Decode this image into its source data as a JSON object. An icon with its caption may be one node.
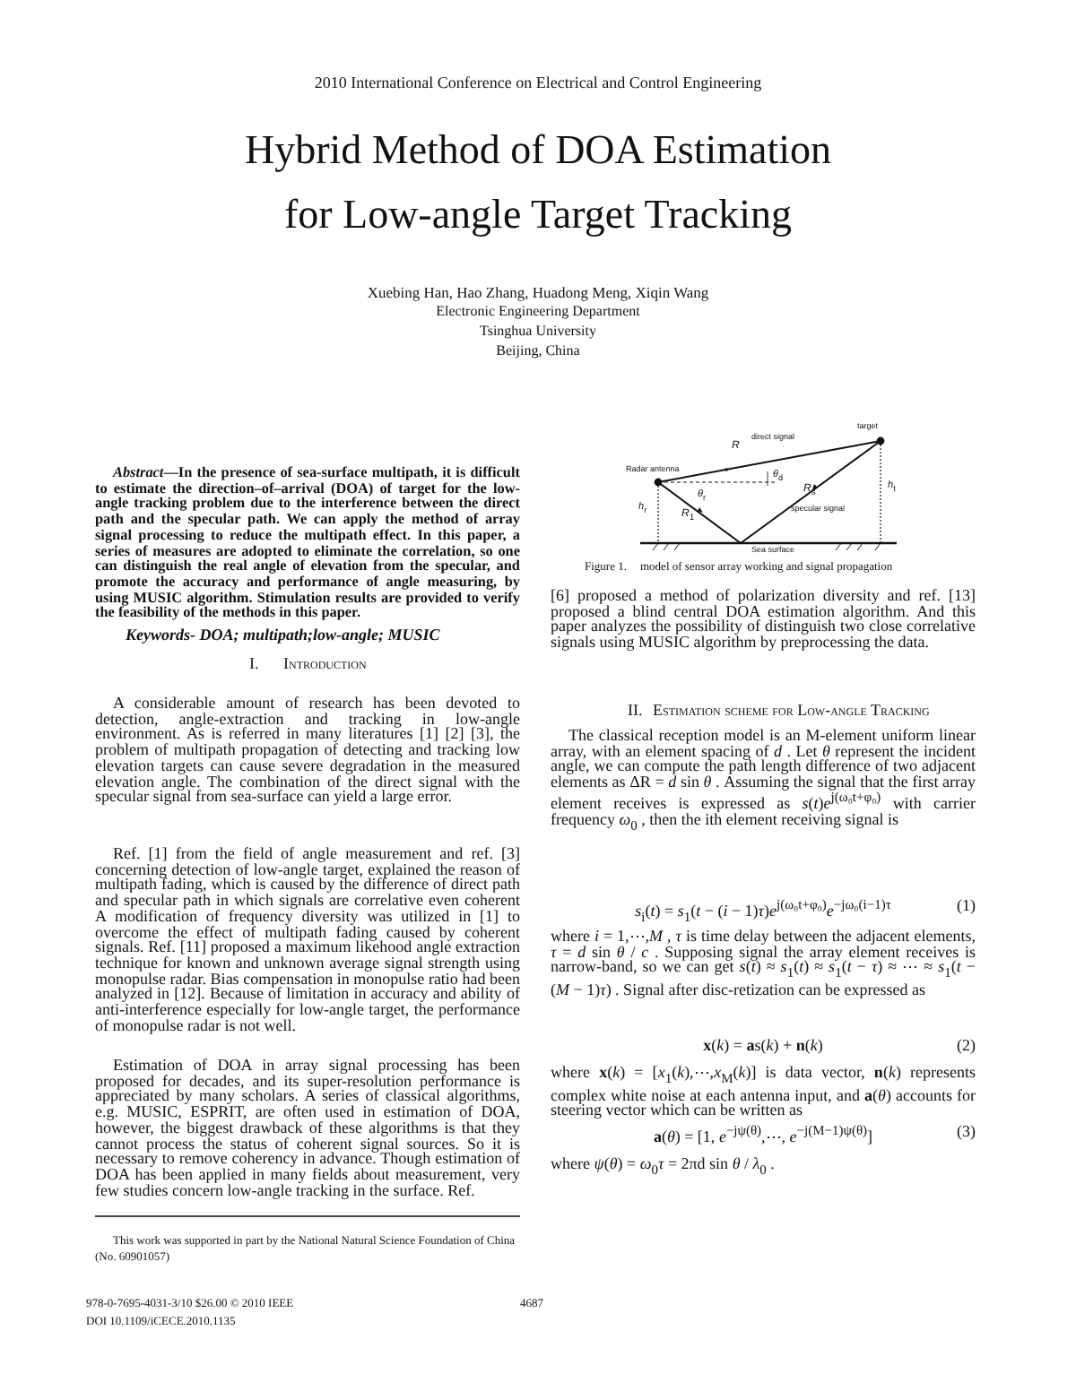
{
  "diagram": {
    "title": "Hybrid Method of DOA Estimation for Low-angle Target Tracking",
    "labels": [
      "2010 International Conference on Electrical and Control Engineering",
      "Xuebing Han, Hao Zhang, Huadong Meng, Xiqin Wang",
      "Electronic Engineering Department",
      "Tsinghua University",
      "Beijing, China",
      "*Abstract*—In the presence of sea-surface multipath, it is difficult to estimate the direction–of–arrival (DOA) of target for the low-angle tracking problem due to the interference between the direct path and the specular path. We can apply the method of array signal processing to reduce the multipath effect. In this paper, a series of measures are adopted to eliminate the correlation, so one can distinguish the real angle of elevation from the specular, and promote the accuracy and performance of angle measuring, by using MUSIC algorithm. Stimulation results are provided to verify the feasibility of the methods in this paper.",
      "Keywords- DOA; multipath;low-angle; MUSIC",
      "I.",
      "Introduction",
      "A considerable amount of research has been devoted to detection, angle-extraction and tracking in low-angle environment. As is referred in many literatures [1] [2] [3], the problem of multipath propagation of detecting and tracking low elevation targets can cause severe degradation in the measured elevation angle. The combination of the direct signal with the specular signal from sea-surface can yield a large error.",
      "Ref. [1] from the field of angle measurement and ref. [3] concerning detection of low-angle target, explained the reason of multipath fading, which is caused by the difference of direct path and specular path in which signals are correlative even coherent A modification of frequency diversity was utilized in [1] to overcome the effect of multipath fading caused by coherent signals. Ref. [11] proposed a maximum likehood angle extraction technique for known and unknown average signal strength using monopulse radar. Bias compensation in monopulse ratio had been analyzed in [12]. Because of limitation in accuracy and ability of anti-interference especially for low-angle target, the performance of monopulse radar is not well.",
      "Estimation of DOA in array signal processing has been proposed for decades, and its super-resolution performance is appreciated by many scholars. A series of classical algorithms, e.g. MUSIC, ESPRIT, are often used in estimation of DOA, however, the biggest drawback of these algorithms is that they cannot process the status of coherent signal sources. So it is necessary to remove coherency in advance. Though estimation of DOA has been applied in many fields about measurement, very few studies concern low-angle tracking in the surface. Ref.",
      "This work was supported in part by the National Natural Science Foundation of China (No. 60901057)",
      "978-0-7695-4031-3/10 $26.00 © 2010 IEEE",
      "DOI 10.1109/iCECE.2010.1135",
      "4687",
      "target",
      "direct signal",
      "*R*",
      "Radar antenna",
      "*θ*$_{d}$",
      "*θ*$_{r}$",
      "*R*$_{s}$",
      "specular signal",
      "*h*$_{r}$",
      "*R*$_{1}$",
      "*h*$_{t}$",
      "Sea surface",
      "Figure 1.",
      "model of sensor array working and signal propagation",
      "[6] proposed a method of polarization diversity and ref. [13] proposed a blind central DOA estimation algorithm. And this paper analyzes the possibility of distinguish two close correlative signals using MUSIC algorithm by preprocessing the data.",
      "II.",
      "Estimation scheme for Low-angle Tracking",
      "The classical reception model is an M-element uniform linear array, with an element spacing of *d* . Let *θ* represent the incident angle, we can compute the path length difference of two adjacent elements as ΔR = *d* sin *θ* . Assuming the signal that the first array element receives is expressed as *s*(*t*)*e*$^{j(ω₀t+φ₀)}$ with carrier frequency *ω*$_{0}$ , then the ith element receiving signal is",
      "*s*$_{i}$(*t*) = *s*$_{1}$(*t* − (*i* − 1)*τ*)*e*$^{j(ω₀t+φ₀)}$*e*$^{−jω₀(i−1)τ}$",
      "(1)",
      "where *i* = 1,⋯,*M* , *τ* is time delay between the adjacent elements, *τ* = *d* sin *θ* / *c* . Supposing signal the array element receives is narrow-band, so we can get *s*(*t*) ≈ *s*$_{1}$(*t*) ≈ *s*$_{1}$(*t* − *τ*) ≈ ⋯ ≈ *s*$_{1}$(*t* − (*M* − 1)*τ*) . Signal after disc-retization can be expressed as",
      "**x**(*k*) = **a**s(*k*) + **n**(*k*)",
      "(2)",
      "where **x**(*k*) = [*x*$_{1}$(*k*),⋯,*x*$_{M}$(*k*)] is data vector, **n**(*k*) represents complex white noise at each antenna input, and **a**(*θ*) accounts for steering vector which can be written as",
      "**a**(*θ*) = [1, *e*$^{−jψ(θ)}$,⋯, *e*$^{−j(M−1)ψ(θ)}$]",
      "(3)",
      "where *ψ*(*θ*) = *ω*$_{0}$*τ* = 2πd sin *θ* / *λ*$_{0}$ ."
    ]
  }
}
